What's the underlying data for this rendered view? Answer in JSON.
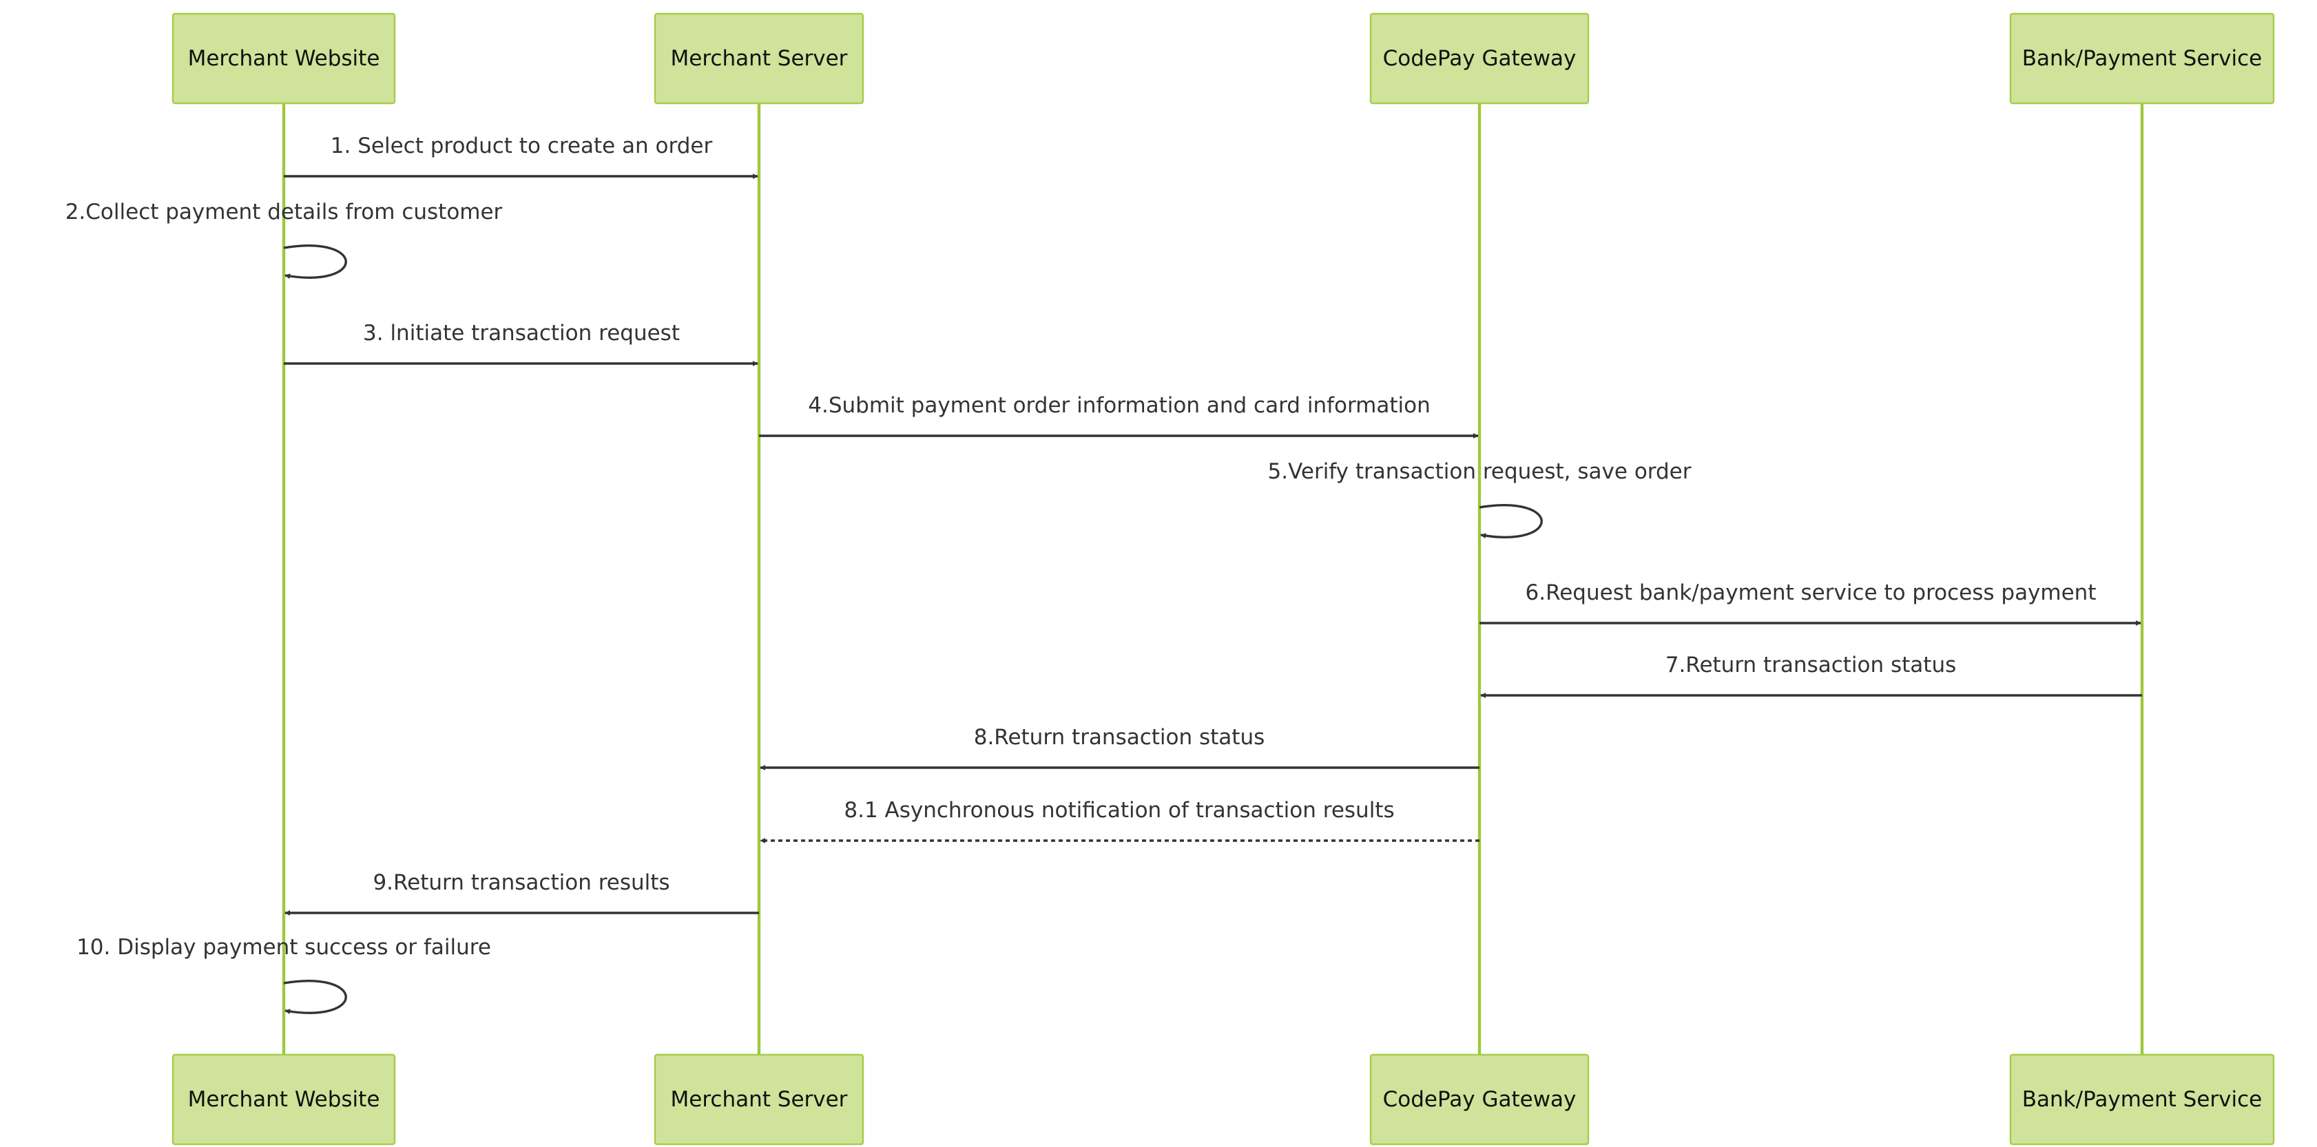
{
  "participants": [
    {
      "id": "mw",
      "label": "Merchant Website"
    },
    {
      "id": "ms",
      "label": "Merchant Server"
    },
    {
      "id": "cg",
      "label": "CodePay Gateway"
    },
    {
      "id": "bp",
      "label": "Bank/Payment Service"
    }
  ],
  "messages": [
    {
      "from": "mw",
      "to": "ms",
      "label": "1. Select product to create an order",
      "style": "solid"
    },
    {
      "from": "mw",
      "to": "mw",
      "label": "2.Collect payment details from customer",
      "style": "solid"
    },
    {
      "from": "mw",
      "to": "ms",
      "label": "3. lnitiate transaction request",
      "style": "solid"
    },
    {
      "from": "ms",
      "to": "cg",
      "label": "4.Submit payment order information and card information",
      "style": "solid"
    },
    {
      "from": "cg",
      "to": "cg",
      "label": "5.Verify transaction request, save order",
      "style": "solid"
    },
    {
      "from": "cg",
      "to": "bp",
      "label": "6.Request bank/payment service to process payment",
      "style": "solid"
    },
    {
      "from": "bp",
      "to": "cg",
      "label": "7.Return transaction status",
      "style": "solid"
    },
    {
      "from": "cg",
      "to": "ms",
      "label": "8.Return transaction status",
      "style": "solid"
    },
    {
      "from": "cg",
      "to": "ms",
      "label": "8.1 Asynchronous notification of transaction results",
      "style": "dashed"
    },
    {
      "from": "ms",
      "to": "mw",
      "label": "9.Return transaction results",
      "style": "solid"
    },
    {
      "from": "mw",
      "to": "mw",
      "label": "10. Display payment success or failure",
      "style": "solid"
    }
  ],
  "colors": {
    "actor_fill": "#cfe39a",
    "actor_border": "#a7cc4a",
    "lifeline": "#9fc83c",
    "arrow": "#333333"
  }
}
